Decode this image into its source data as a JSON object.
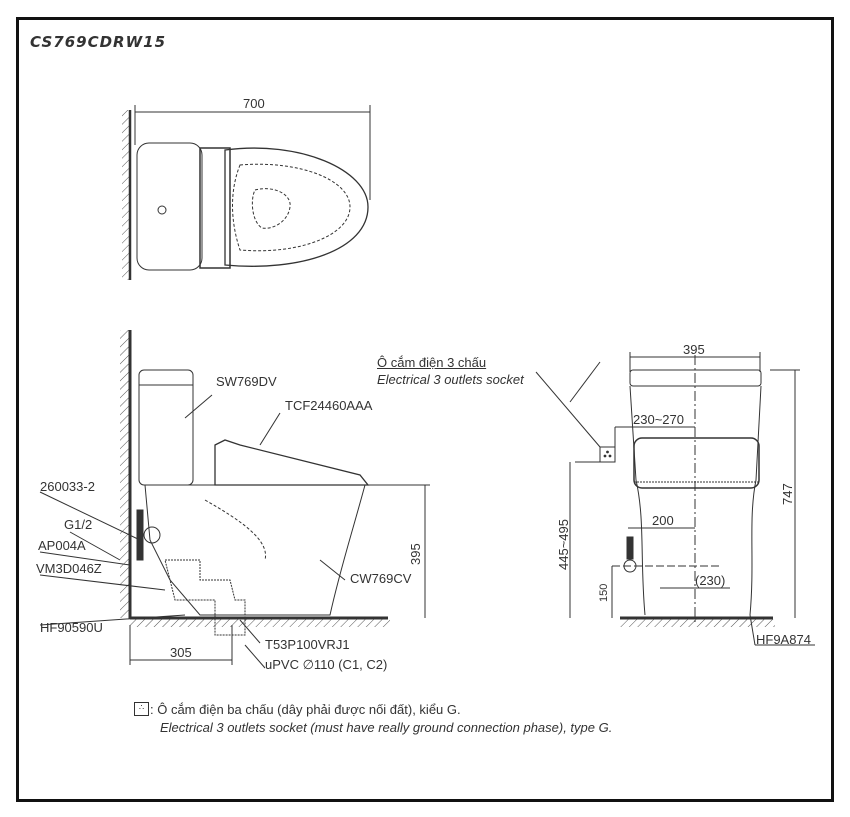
{
  "title": "CS769CDRW15",
  "top_view": {
    "width_dim": "700"
  },
  "side_view": {
    "labels": {
      "tank": "SW769DV",
      "seat": "TCF24460AAA",
      "hose": "260033-2",
      "thread": "G1/2",
      "valve": "AP004A",
      "outlet": "VM3D046Z",
      "flange": "HF90590U",
      "bowl": "CW769CV",
      "drain": "T53P100VRJ1",
      "pipe": "uPVC ∅110 (C1, C2)"
    },
    "dims": {
      "height": "395",
      "rough_in": "305"
    }
  },
  "front_view": {
    "socket_label_vi": "Ô cắm điện 3 chấu",
    "socket_label_en": "Electrical 3 outlets socket",
    "dims": {
      "width": "395",
      "socket_offset": "230~270",
      "socket_height": "445~495",
      "total_height": "747",
      "supply_offset": "200",
      "supply_height": "150",
      "bolt_spacing": "(230)"
    },
    "anchor_label": "HF9A874"
  },
  "note": {
    "vi": ": Ô cắm điện ba chấu (dây phải được nối đất), kiểu G.",
    "en": "Electrical 3 outlets socket (must have really ground connection phase), type G."
  }
}
